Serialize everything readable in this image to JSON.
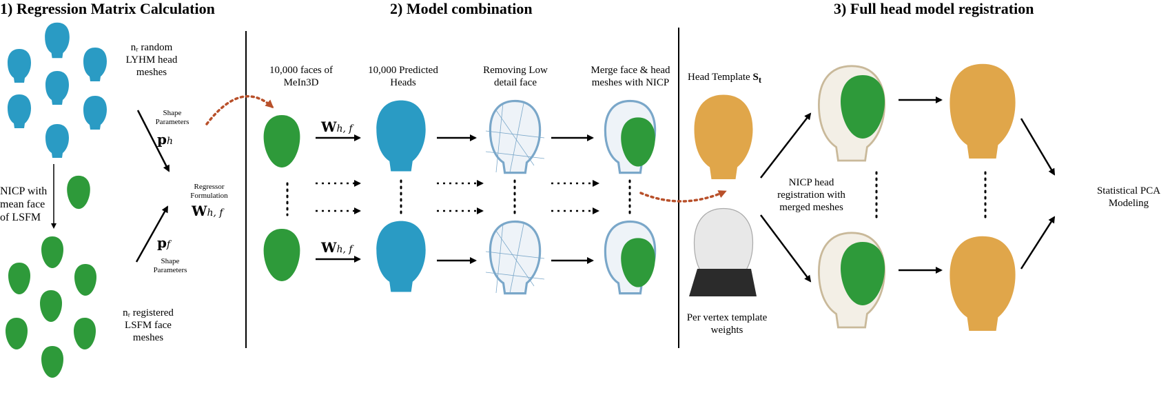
{
  "sections": {
    "s1": "1) Regression Matrix Calculation",
    "s2": "2) Model combination",
    "s3": "3) Full head model registration"
  },
  "labels": {
    "lyhm": [
      "nᵣ random",
      "LYHM head",
      "meshes"
    ],
    "nicp": [
      "NICP with",
      "mean face",
      "of LSFM"
    ],
    "lsfm": [
      "nᵣ registered",
      "LSFM face",
      "meshes"
    ],
    "shape_top": [
      "Shape",
      "Parameters"
    ],
    "shape_bottom": [
      "Shape",
      "Parameters"
    ],
    "regressor": [
      "Regressor",
      "Formulation"
    ],
    "faces": [
      "10,000 faces of",
      "MeIn3D"
    ],
    "predicted": [
      "10,000 Predicted",
      "Heads"
    ],
    "removing": [
      "Removing Low",
      "detail face"
    ],
    "merge": [
      "Merge face & head",
      "meshes with NICP"
    ],
    "template": "Head Template",
    "template_sym": "S",
    "template_sub": "t",
    "registration": [
      "NICP head",
      "registration with",
      "merged meshes"
    ],
    "pervertex": [
      "Per vertex template",
      "weights"
    ],
    "pca": [
      "Statistical PCA",
      "Modeling"
    ]
  },
  "math": {
    "ph": "p",
    "ph_sub": "h",
    "pf": "p",
    "pf_sub": "f",
    "W": "W",
    "W_sub": "h, f"
  },
  "colors": {
    "blue": "#2a9bc4",
    "green": "#2e9a3a",
    "orange": "#e0a64a",
    "white_head": "#e8e8e8",
    "dark_neck": "#2b2b2b",
    "wire": "#7aa7c9",
    "arrow_red": "#b8502a"
  },
  "icons": [
    "head-mesh-icon",
    "face-mesh-icon",
    "wireframe-head-icon",
    "arrow-icon",
    "dotted-arrow-icon"
  ]
}
